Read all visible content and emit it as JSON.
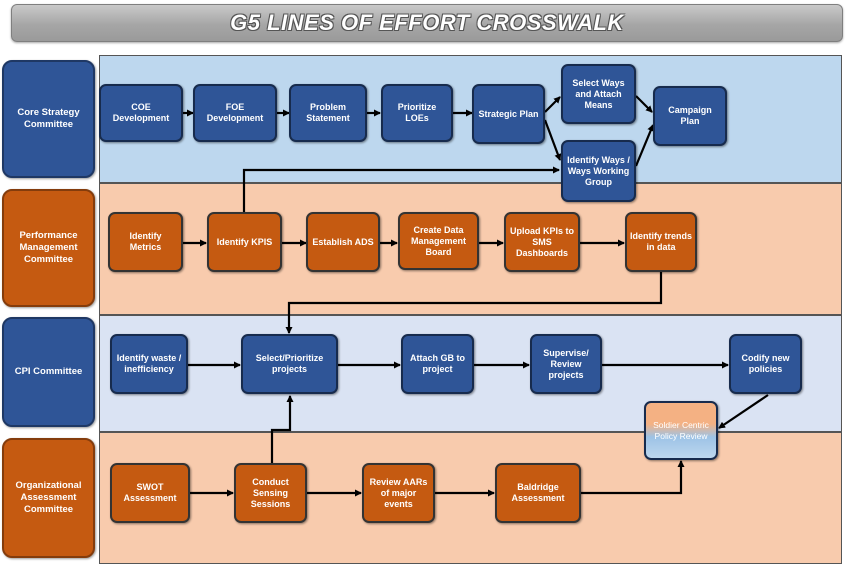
{
  "title": "G5 LINES OF EFFORT CROSSWALK",
  "committees": [
    "Core Strategy Committee",
    "Performance Management Committee",
    "CPI Committee",
    "Organizational Assessment Committee"
  ],
  "nodes": {
    "coe": "COE Development",
    "foe": "FOE Development",
    "problem": "Problem Statement",
    "prioritize_loes": "Prioritize LOEs",
    "strategic_plan": "Strategic Plan",
    "select_ways": "Select Ways and Attach Means",
    "identify_ways": "Identify Ways / Ways Working Group",
    "campaign_plan": "Campaign Plan",
    "identify_metrics": "Identify Metrics",
    "identify_kpis": "Identify KPIS",
    "establish_ads": "Establish ADS",
    "create_board": "Create Data Management Board",
    "upload_kpis": "Upload KPIs to SMS Dashboards",
    "identify_trends": "Identify trends in data",
    "identify_waste": "Identify waste / inefficiency",
    "select_projects": "Select/Prioritize projects",
    "attach_gb": "Attach GB to project",
    "supervise": "Supervise/ Review projects",
    "codify": "Codify new policies",
    "soldier_centric": "Soldier Centric Policy Review",
    "swot": "SWOT Assessment",
    "sensing": "Conduct Sensing Sessions",
    "review_aars": "Review AARs of major events",
    "baldridge": "Baldridge Assessment"
  }
}
